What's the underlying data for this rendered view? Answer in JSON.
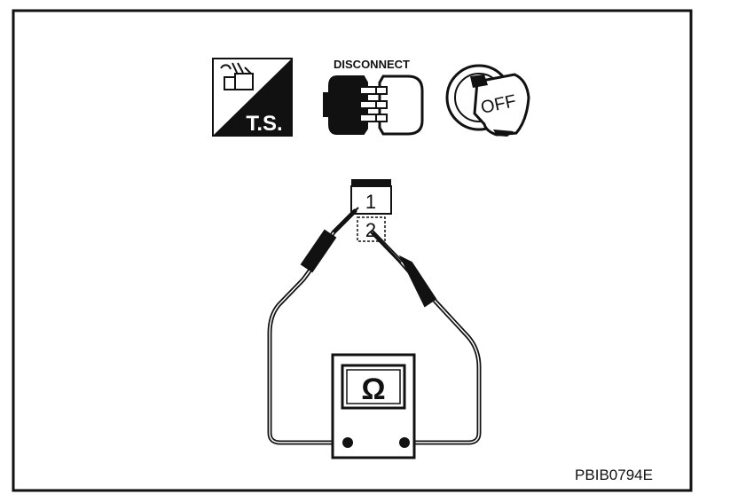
{
  "icons": {
    "ts_label": "T.S.",
    "disconnect_label": "DISCONNECT",
    "ignition_label": "OFF"
  },
  "connector": {
    "pin_top": "1",
    "pin_bottom": "2"
  },
  "meter": {
    "symbol": "Ω"
  },
  "figure_code": "PBIB0794E",
  "colors": {
    "line": "#111111",
    "background": "#ffffff"
  }
}
